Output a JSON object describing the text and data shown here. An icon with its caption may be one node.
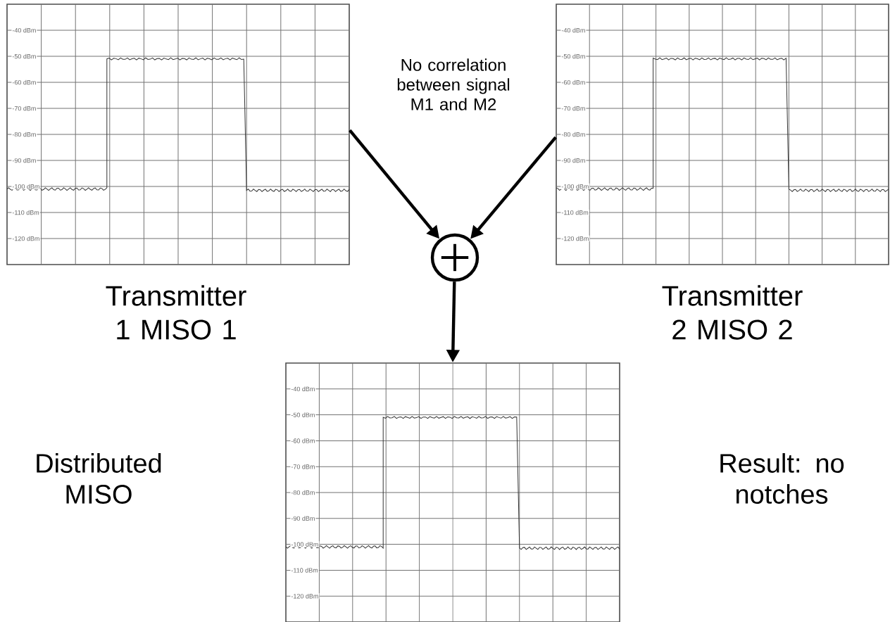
{
  "diagram": {
    "nodes": [
      {
        "text": [
          "-40 dBm",
          "-50 dBm",
          "-60 dBm",
          "-70 dBm",
          "-80 dBm",
          "-90 dBm",
          "-100 dBm",
          "-110 dBm",
          "-120 dBm"
        ],
        "beside": [
          "Transmitter 1 MISO 1"
        ]
      },
      {
        "text": [
          "-40 dBm",
          "-50 dBm",
          "-60 dBm",
          "-70 dBm",
          "-80 dBm",
          "-90 dBm",
          "-100 dBm",
          "-110 dBm",
          "-120 dBm"
        ],
        "beside": [
          "Transmitter 2 MISO 2"
        ]
      },
      {
        "text": [],
        "shape": "circle"
      },
      {
        "text": [
          "-40 dBm",
          "-50 dBm",
          "-60 dBm",
          "-70 dBm",
          "-80 dBm",
          "-90 dBm",
          "-100 dBm",
          "-110 dBm",
          "-120 dBm"
        ]
      }
    ],
    "edges": [
      {
        "from": 0,
        "to": 2,
        "arrow": "to"
      },
      {
        "from": 1,
        "to": 2,
        "arrow": "to"
      },
      {
        "from": 2,
        "to": 3,
        "arrow": "to"
      }
    ],
    "labels": [
      "No correlation between signal M1 and M2",
      "Distributed MISO",
      "Result: no notches"
    ]
  }
}
